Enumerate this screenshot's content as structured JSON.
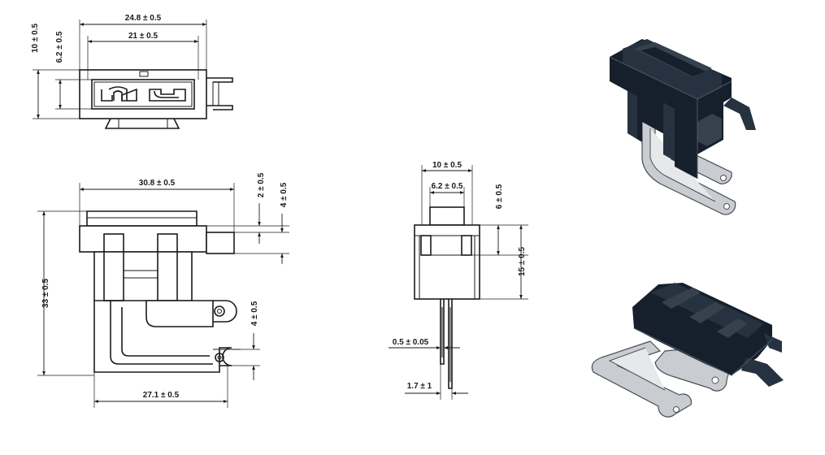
{
  "dimensions": {
    "top_overall_width": "24.8 ± 0.5",
    "top_inner_width": "21 ± 0.5",
    "top_height": "10 ± 0.5",
    "top_inner_height": "6.2 ± 0.5",
    "front_width": "30.8 ± 0.5",
    "front_step": "2 ± 0.5",
    "front_tab": "4 ± 0.5",
    "front_height": "33 ± 0.5",
    "front_pin_pitch": "4 ± 0.5",
    "front_bottom_width": "27.1 ± 0.5",
    "side_width": "10 ± 0.5",
    "side_inner_width": "6.2 ± 0.5",
    "side_top": "6 ± 0.5",
    "side_body": "15 ± 0.5",
    "side_pin_thickness": "0.5 ± 0.05",
    "side_pin_spacing": "1.7 ± 1"
  },
  "colors": {
    "line": "#1a1a1a",
    "housing": "#16202c",
    "terminal": "#c9ccd0"
  }
}
